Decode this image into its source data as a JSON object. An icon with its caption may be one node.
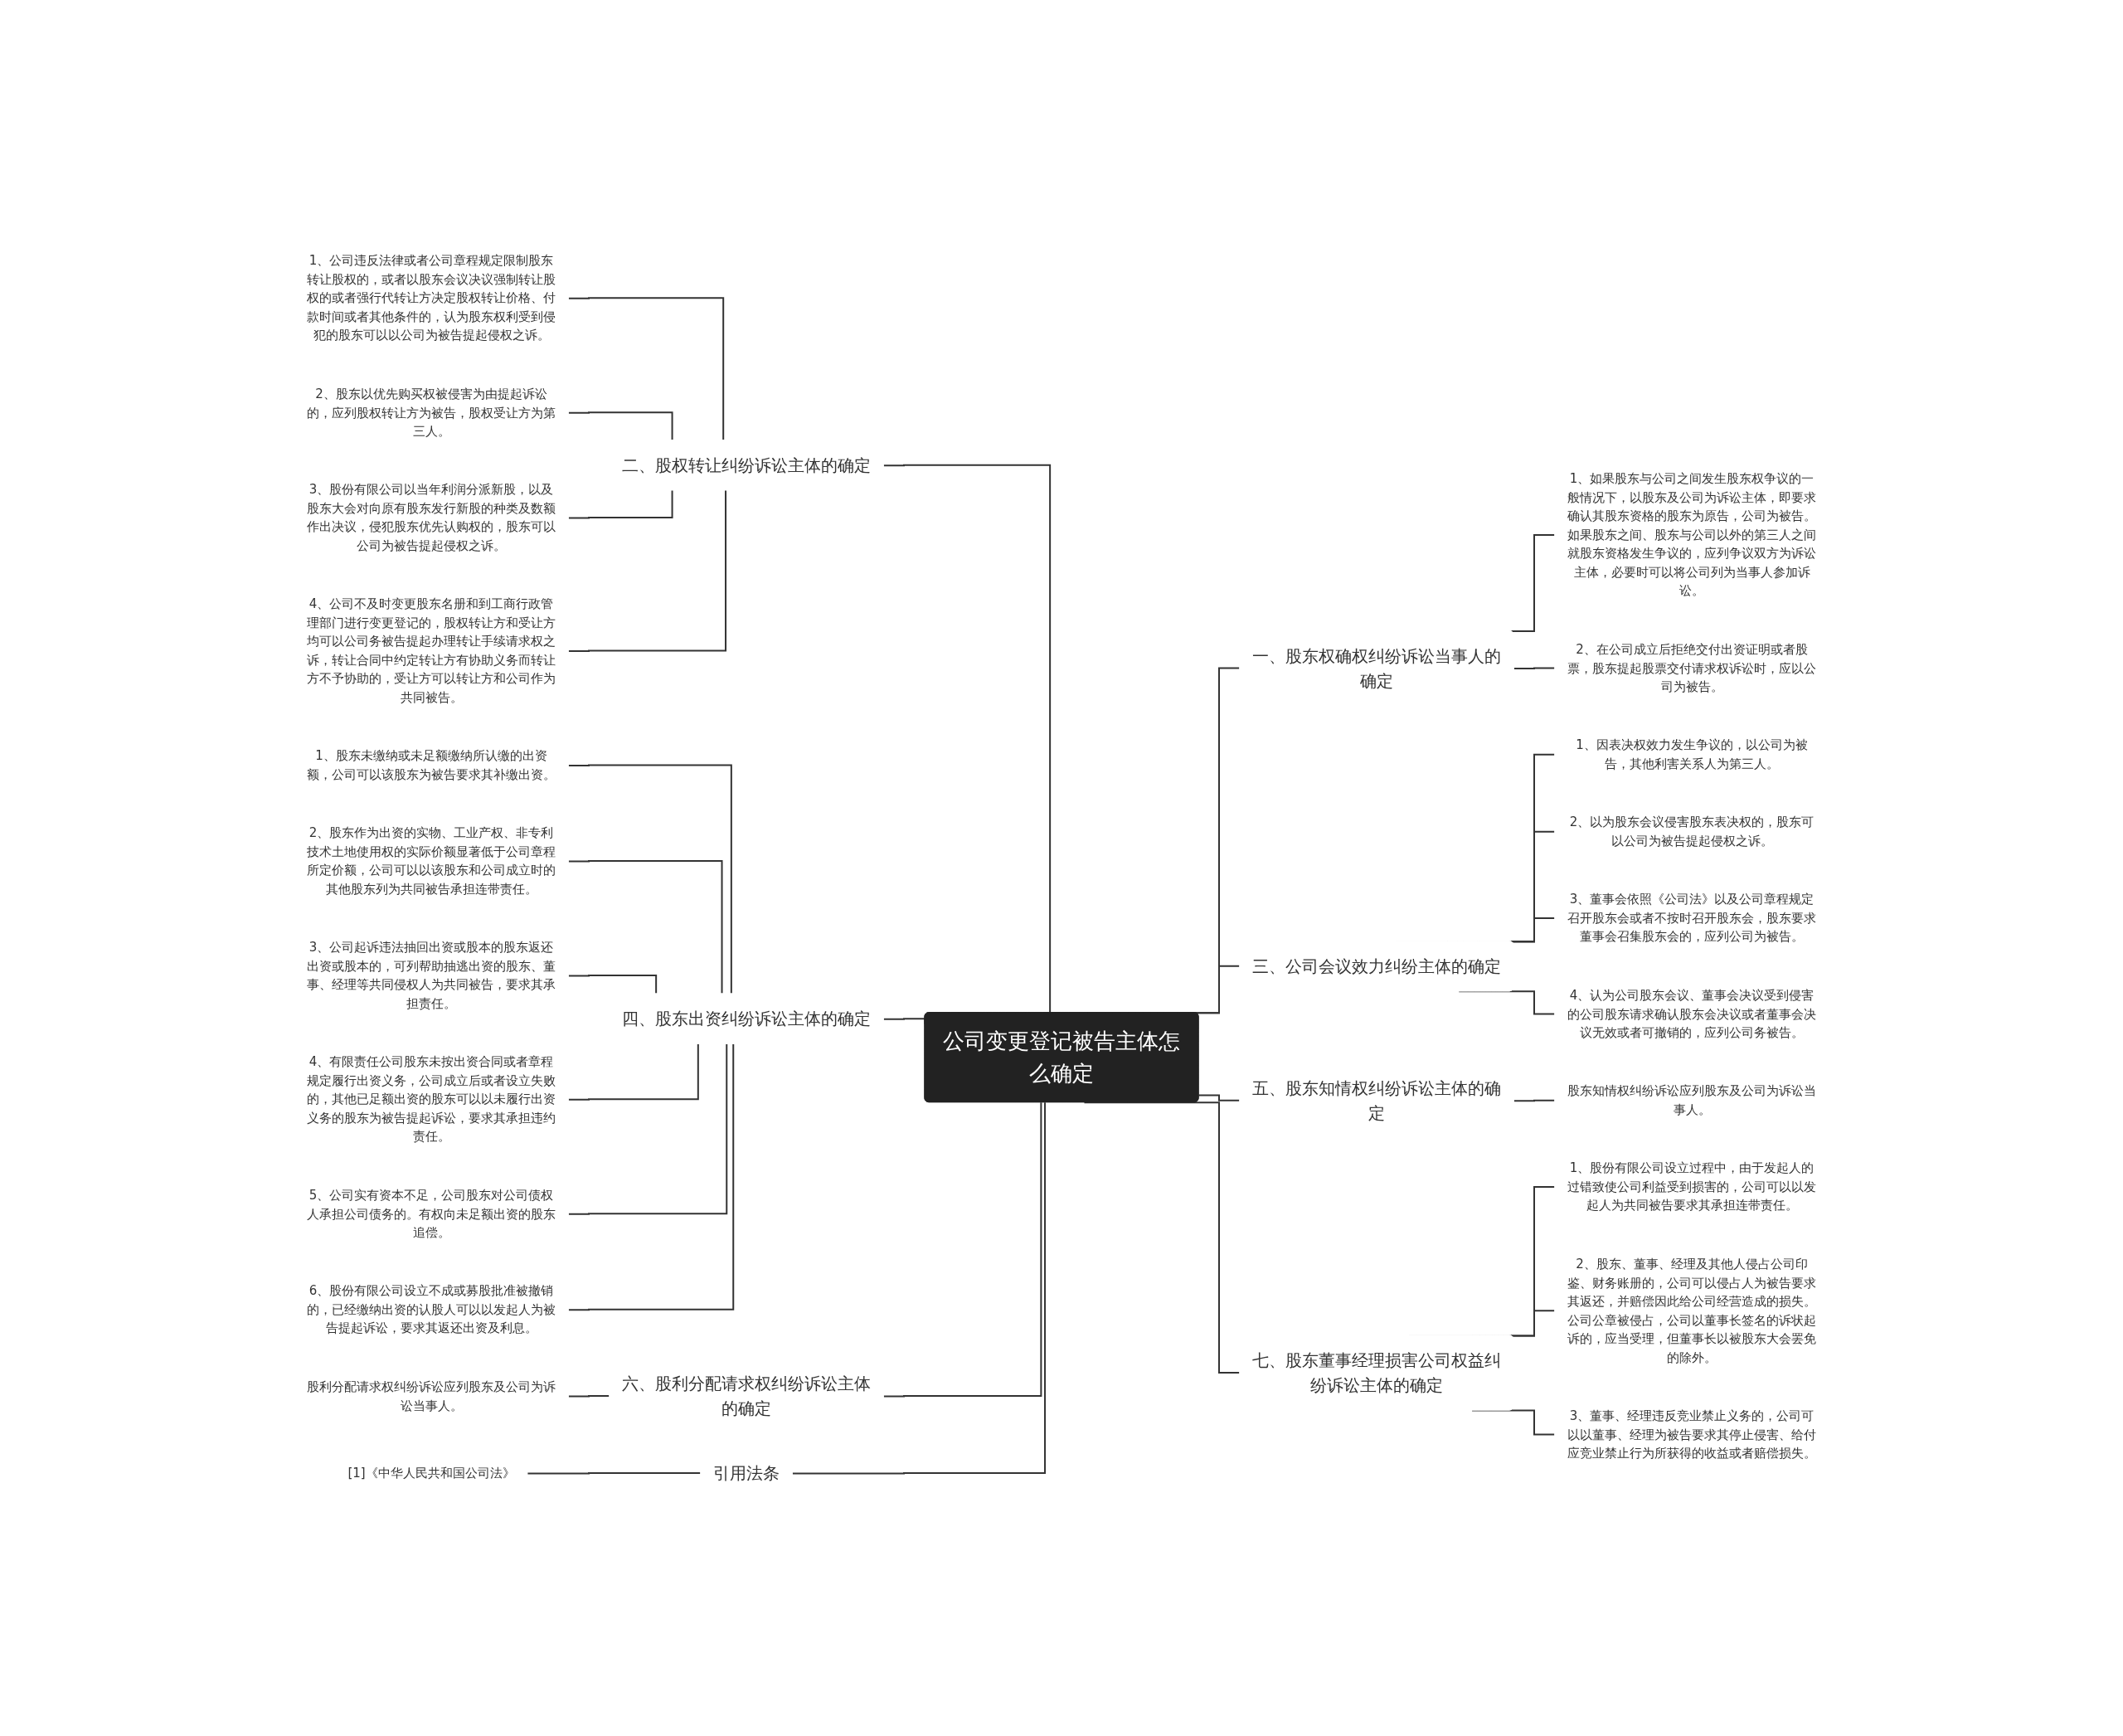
{
  "diagram": {
    "nodes": [
      {
        "text": [
          "公司变更登记被告主体怎么确定"
        ]
      },
      {
        "text": [
          "二、股权转让纠纷诉讼主体的确定"
        ]
      },
      {
        "text": [
          "1、公司违反法律或者公司章程规定限制股东转让股权的，或者以股东会议决议强制转让股权的或者强行代转让方决定股权转让价格、付款时间或者其他条件的，认为股东权利受到侵犯的股东可以以公司为被告提起侵权之诉。"
        ]
      },
      {
        "text": [
          "2、股东以优先购买权被侵害为由提起诉讼的，应列股权转让方为被告，股权受让方为第三人。"
        ]
      },
      {
        "text": [
          "3、股份有限公司以当年利润分派新股，以及股东大会对向原有股东发行新股的种类及数额作出决议，侵犯股东优先认购权的，股东可以公司为被告提起侵权之诉。"
        ]
      },
      {
        "text": [
          "4、公司不及时变更股东名册和到工商行政管理部门进行变更登记的，股权转让方和受让方均可以公司务被告提起办理转让手续请求权之诉，转让合同中约定转让方有协助义务而转让方不予协助的，受让方可以转让方和公司作为共同被告。"
        ]
      },
      {
        "text": [
          "四、股东出资纠纷诉讼主体的确定"
        ]
      },
      {
        "text": [
          "1、股东未缴纳或未足额缴纳所认缴的出资额，公司可以该股东为被告要求其补缴出资。"
        ]
      },
      {
        "text": [
          "2、股东作为出资的实物、工业产权、非专利技术土地使用权的实际价额显著低于公司章程所定价额，公司可以以该股东和公司成立时的其他股东列为共同被告承担连带责任。"
        ]
      },
      {
        "text": [
          "3、公司起诉违法抽回出资或股本的股东返还出资或股本的，可列帮助抽逃出资的股东、董事、经理等共同侵权人为共同被告，要求其承担责任。"
        ]
      },
      {
        "text": [
          "4、有限责任公司股东未按出资合同或者章程规定履行出资义务，公司成立后或者设立失败的，其他已足额出资的股东可以以未履行出资义务的股东为被告提起诉讼，要求其承担违约责任。"
        ]
      },
      {
        "text": [
          "5、公司实有资本不足，公司股东对公司债权人承担公司债务的。有权向未足额出资的股东追偿。"
        ]
      },
      {
        "text": [
          "6、股份有限公司设立不成或募股批准被撤销的，已经缴纳出资的认股人可以以发起人为被告提起诉讼，要求其返还出资及利息。"
        ]
      },
      {
        "text": [
          "六、股利分配请求权纠纷诉讼主体的确定"
        ]
      },
      {
        "text": [
          "股利分配请求权纠纷诉讼应列股东及公司为诉讼当事人。"
        ]
      },
      {
        "text": [
          "引用法条"
        ]
      },
      {
        "text": [
          "[1]《中华人民共和国公司法》"
        ]
      },
      {
        "text": [
          "一、股东权确权纠纷诉讼当事人的确定"
        ]
      },
      {
        "text": [
          "1、如果股东与公司之间发生股东权争议的一般情况下，以股东及公司为诉讼主体，即要求确认其股东资格的股东为原告，公司为被告。如果股东之间、股东与公司以外的第三人之间就股东资格发生争议的，应列争议双方为诉讼主体，必要时可以将公司列为当事人参加诉讼。"
        ]
      },
      {
        "text": [
          "2、在公司成立后拒绝交付出资证明或者股票，股东提起股票交付请求权诉讼时，应以公司为被告。"
        ]
      },
      {
        "text": [
          "三、公司会议效力纠纷主体的确定"
        ]
      },
      {
        "text": [
          "1、因表决权效力发生争议的，以公司为被告，其他利害关系人为第三人。"
        ]
      },
      {
        "text": [
          "2、以为股东会议侵害股东表决权的，股东可以公司为被告提起侵权之诉。"
        ]
      },
      {
        "text": [
          "3、董事会依照《公司法》以及公司章程规定召开股东会或者不按时召开股东会，股东要求董事会召集股东会的，应列公司为被告。"
        ]
      },
      {
        "text": [
          "4、认为公司股东会议、董事会决议受到侵害的公司股东请求确认股东会决议或者董事会决议无效或者可撤销的，应列公司务被告。"
        ]
      },
      {
        "text": [
          "五、股东知情权纠纷诉讼主体的确定"
        ]
      },
      {
        "text": [
          "股东知情权纠纷诉讼应列股东及公司为诉讼当事人。"
        ]
      },
      {
        "text": [
          "七、股东董事经理损害公司权益纠纷诉讼主体的确定"
        ]
      },
      {
        "text": [
          "1、股份有限公司设立过程中，由于发起人的过错致使公司利益受到损害的，公司可以以发起人为共同被告要求其承担连带责任。"
        ]
      },
      {
        "text": [
          "2、股东、董事、经理及其他人侵占公司印鉴、财务账册的，公司可以侵占人为被告要求其返还，并赔偿因此给公司经营造成的损失。公司公章被侵占，公司以董事长签名的诉状起诉的，应当受理，但董事长以被股东大会罢免的除外。"
        ]
      },
      {
        "text": [
          "3、董事、经理违反竞业禁止义务的，公司可以以董事、经理为被告要求其停止侵害、给付应竞业禁止行为所获得的收益或者赔偿损失。"
        ]
      }
    ],
    "edges": [
      {
        "from": 1,
        "to": 0,
        "arrow": "none"
      },
      {
        "from": 2,
        "to": 1,
        "arrow": "none"
      },
      {
        "from": 3,
        "to": 1,
        "arrow": "none"
      },
      {
        "from": 4,
        "to": 1,
        "arrow": "none"
      },
      {
        "from": 5,
        "to": 1,
        "arrow": "none"
      },
      {
        "from": 6,
        "to": 0,
        "arrow": "none"
      },
      {
        "from": 7,
        "to": 6,
        "arrow": "none"
      },
      {
        "from": 8,
        "to": 6,
        "arrow": "none"
      },
      {
        "from": 9,
        "to": 6,
        "arrow": "none"
      },
      {
        "from": 10,
        "to": 6,
        "arrow": "none"
      },
      {
        "from": 11,
        "to": 6,
        "arrow": "none"
      },
      {
        "from": 12,
        "to": 6,
        "arrow": "none"
      },
      {
        "from": 13,
        "to": 0,
        "arrow": "none"
      },
      {
        "from": 14,
        "to": 13,
        "arrow": "none"
      },
      {
        "from": 15,
        "to": 0,
        "arrow": "none"
      },
      {
        "from": 16,
        "to": 15,
        "arrow": "none"
      },
      {
        "from": 0,
        "to": 17,
        "arrow": "none"
      },
      {
        "from": 17,
        "to": 18,
        "arrow": "none"
      },
      {
        "from": 17,
        "to": 19,
        "arrow": "none"
      },
      {
        "from": 0,
        "to": 20,
        "arrow": "none"
      },
      {
        "from": 20,
        "to": 21,
        "arrow": "none"
      },
      {
        "from": 20,
        "to": 22,
        "arrow": "none"
      },
      {
        "from": 20,
        "to": 23,
        "arrow": "none"
      },
      {
        "from": 20,
        "to": 24,
        "arrow": "none"
      },
      {
        "from": 0,
        "to": 25,
        "arrow": "none"
      },
      {
        "from": 25,
        "to": 26,
        "arrow": "none"
      },
      {
        "from": 0,
        "to": 27,
        "arrow": "none"
      },
      {
        "from": 27,
        "to": 28,
        "arrow": "none"
      },
      {
        "from": 27,
        "to": 29,
        "arrow": "none"
      },
      {
        "from": 27,
        "to": 30,
        "arrow": "none"
      }
    ]
  }
}
